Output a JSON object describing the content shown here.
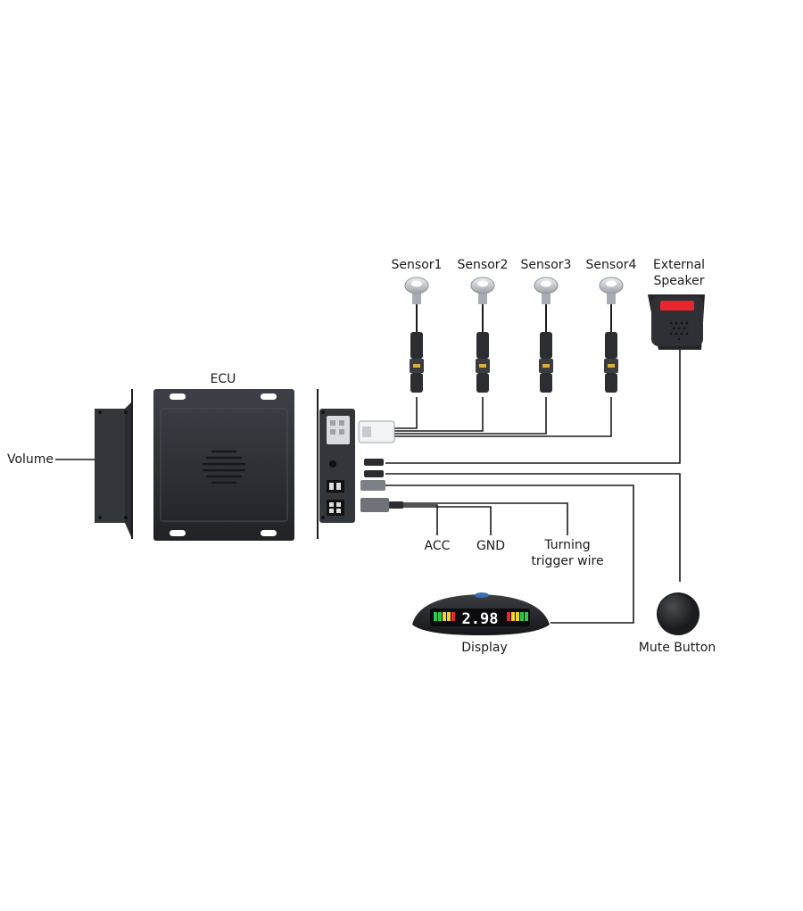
{
  "labels": {
    "ecu": "ECU",
    "volume": "Volume",
    "sensors": [
      "Sensor1",
      "Sensor2",
      "Sensor3",
      "Sensor4"
    ],
    "speaker_line1": "External",
    "speaker_line2": "Speaker",
    "acc": "ACC",
    "gnd": "GND",
    "turning_line1": "Turning",
    "turning_line2": "trigger wire",
    "display": "Display",
    "mute": "Mute Button"
  },
  "display_readout": "2.98",
  "icons": {
    "ecu": "ecu-box-icon",
    "sensor": "parking-sensor-icon",
    "speaker": "speaker-icon",
    "display": "led-display-icon",
    "mute": "round-button-icon"
  },
  "colors": {
    "wire": "#1a1a1a",
    "device_dark": "#2b2d31",
    "sensor_silver": "#c9ccd1",
    "speaker_red": "#e8262b",
    "display_digit": "#ffffff"
  }
}
